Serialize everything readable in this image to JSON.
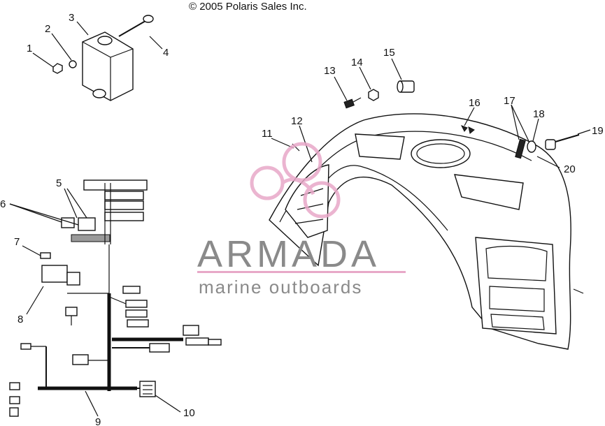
{
  "copyright": "© 2005 Polaris Sales Inc.",
  "watermark": {
    "brand": "ARMADA",
    "tagline": "marine outboards",
    "accent_color": "#e8a8c8",
    "text_color": "#8a8a8a"
  },
  "callouts": [
    "1",
    "2",
    "3",
    "4",
    "5",
    "6",
    "7",
    "8",
    "9",
    "10",
    "11",
    "12",
    "13",
    "14",
    "15",
    "16",
    "17",
    "18",
    "19",
    "20"
  ]
}
